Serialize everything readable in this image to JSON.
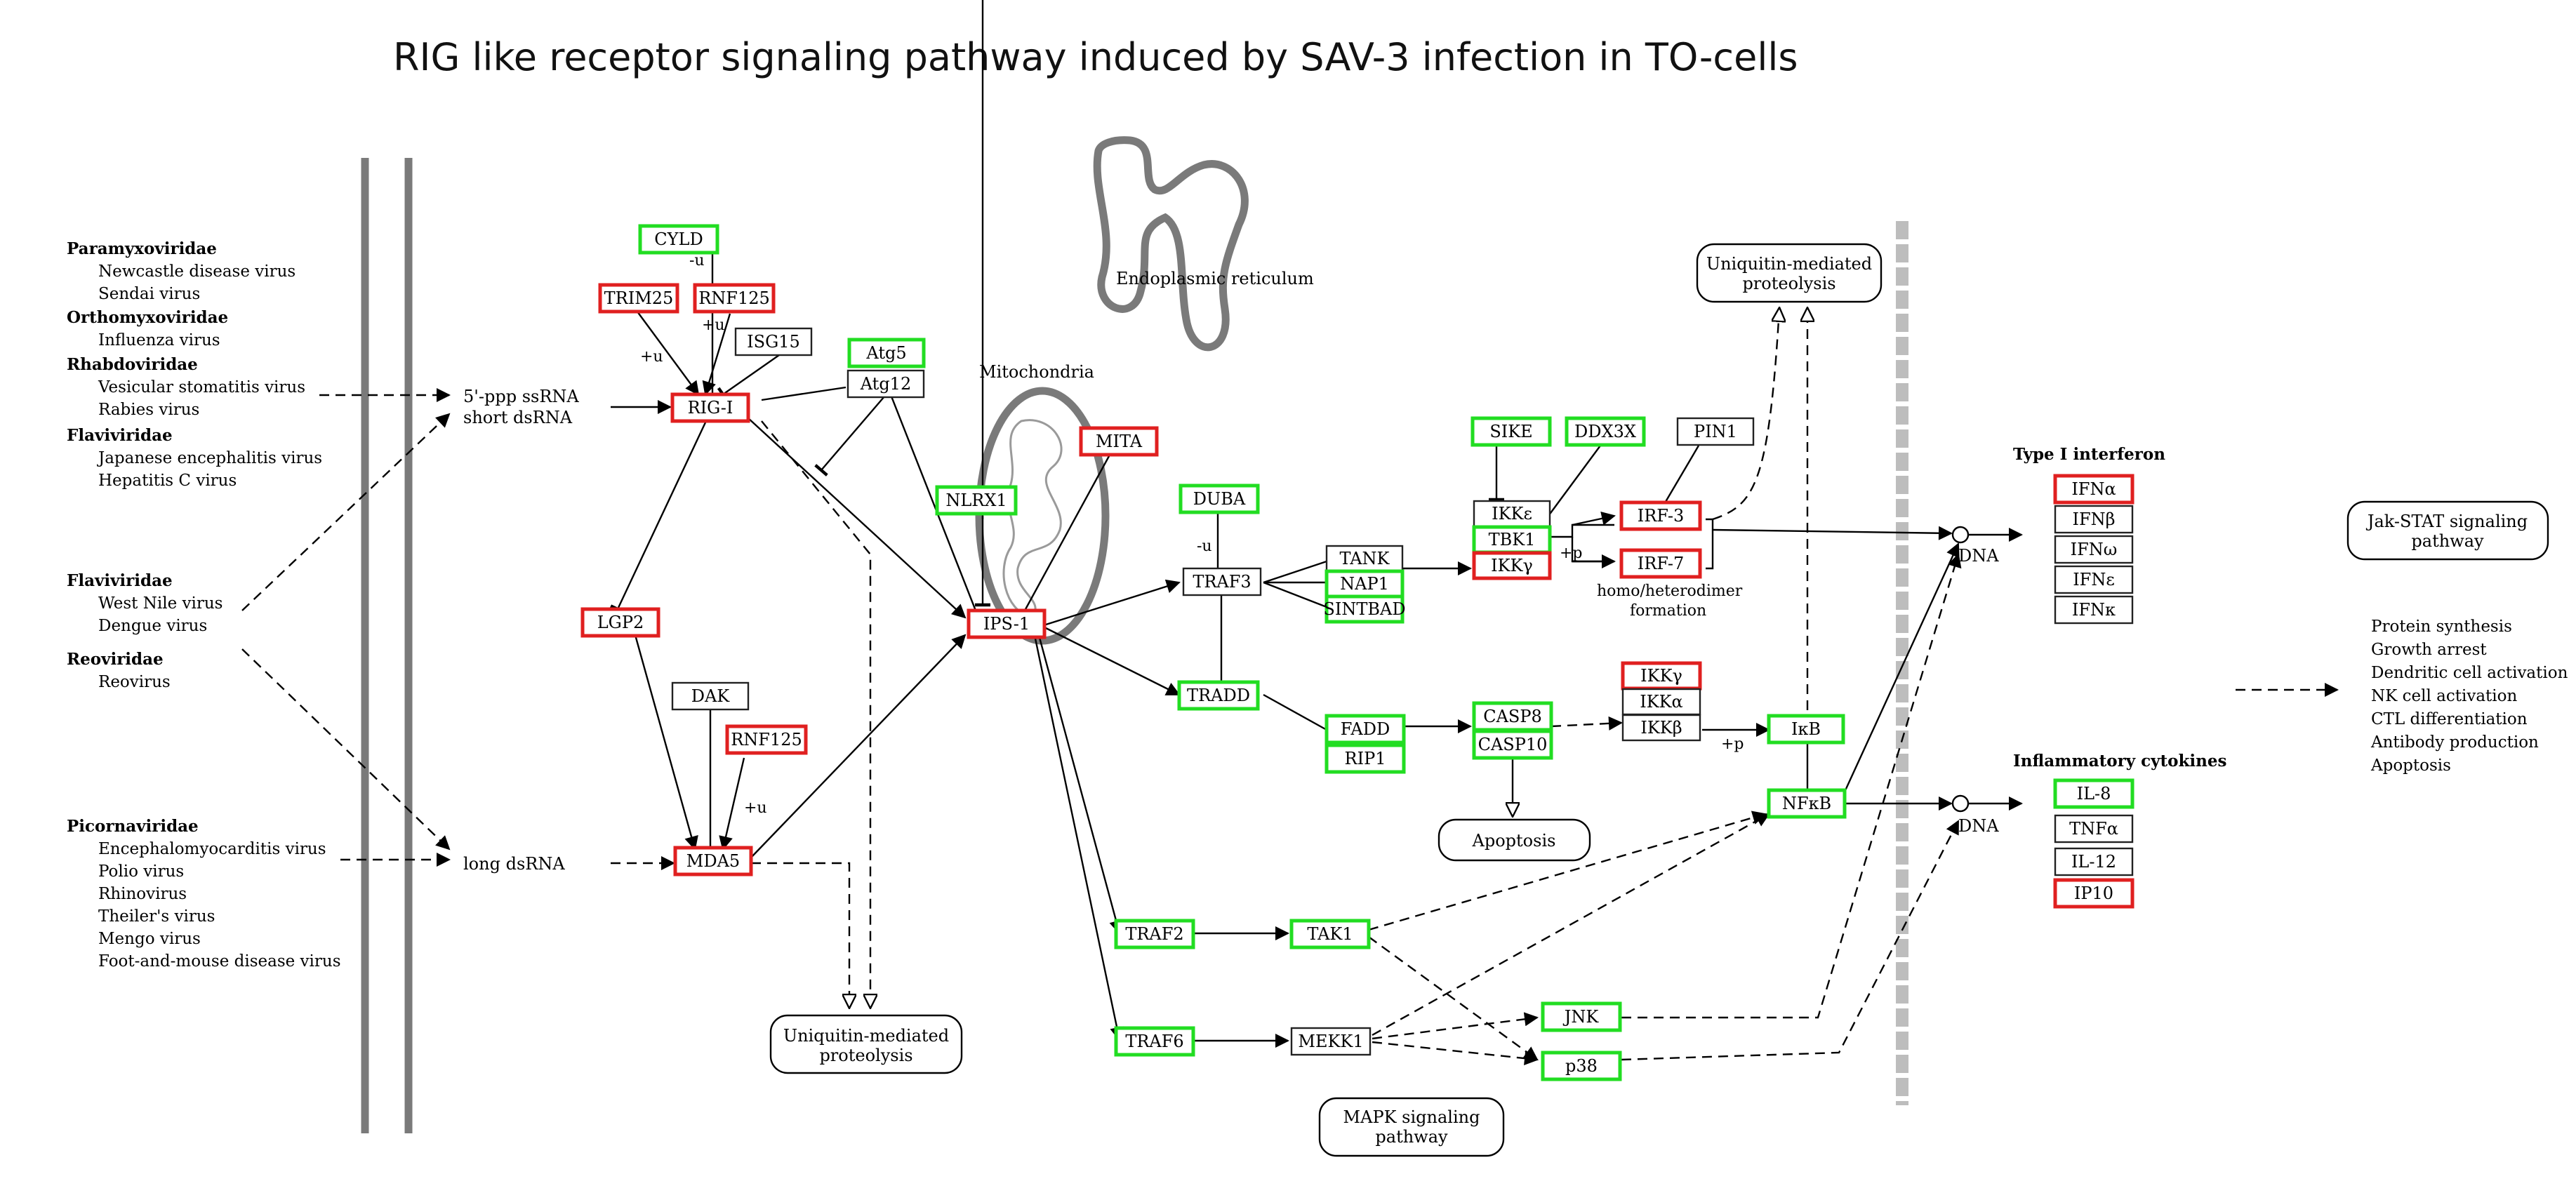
{
  "title": "RIG like receptor signaling pathway induced by SAV-3 infection in TO-cells",
  "virus_groups": [
    {
      "family": "Paramyxoviridae",
      "members": [
        "Newcastle disease virus",
        "Sendai virus"
      ]
    },
    {
      "family": "Orthomyxoviridae",
      "members": [
        "Influenza virus"
      ]
    },
    {
      "family": "Rhabdoviridae",
      "members": [
        "Vesicular stomatitis virus",
        "Rabies virus"
      ]
    },
    {
      "family": "Flaviviridae",
      "members": [
        "Japanese encephalitis virus",
        "Hepatitis C virus"
      ]
    },
    {
      "family": "Flaviviridae",
      "members": [
        "West Nile virus",
        "Dengue virus"
      ]
    },
    {
      "family": "Reoviridae",
      "members": [
        "Reovirus"
      ]
    },
    {
      "family": "Picornaviridae",
      "members": [
        "Encephalomyocarditis virus",
        "Polio virus",
        "Rhinovirus",
        "Theiler's virus",
        "Mengo virus",
        "Foot-and-mouse disease virus"
      ]
    }
  ],
  "labels": {
    "ssrna": [
      "5'-ppp ssRNA",
      "short dsRNA"
    ],
    "long_dsrna": "long dsRNA",
    "mitochondria": "Mitochondria",
    "er": "Endoplasmic reticulum",
    "homo": [
      "homo/heterodimer",
      "formation"
    ],
    "dna1": "DNA",
    "dna2": "DNA",
    "type1": "Type I interferon",
    "inflam": "Inflammatory cytokines",
    "u1": "-u",
    "u2": "+u",
    "u3": "+u",
    "u4": "-u",
    "u5": "+u",
    "p1": "+p",
    "p2": "+p"
  },
  "outcomes": [
    "Protein synthesis",
    "Growth arrest",
    "Dendritic cell activation",
    "NK cell activation",
    "CTL differentiation",
    "Antibody production",
    "Apoptosis"
  ],
  "rounded_boxes": {
    "ubiq_bottom": [
      "Uniquitin-mediated",
      "proteolysis"
    ],
    "ubiq_top": [
      "Uniquitin-mediated",
      "proteolysis"
    ],
    "apoptosis": [
      "Apoptosis"
    ],
    "mapk": [
      "MAPK signaling",
      "pathway"
    ],
    "jak": [
      "Jak-STAT signaling",
      "pathway"
    ]
  },
  "nodes": {
    "cyld": {
      "label": "CYLD",
      "status": "green"
    },
    "trim25": {
      "label": "TRIM25",
      "status": "red"
    },
    "rnf125a": {
      "label": "RNF125",
      "status": "red"
    },
    "isg15": {
      "label": "ISG15",
      "status": "none"
    },
    "atg5": {
      "label": "Atg5",
      "status": "green"
    },
    "atg12": {
      "label": "Atg12",
      "status": "none"
    },
    "rigi": {
      "label": "RIG-I",
      "status": "red"
    },
    "lgp2": {
      "label": "LGP2",
      "status": "red"
    },
    "dak": {
      "label": "DAK",
      "status": "none"
    },
    "rnf125b": {
      "label": "RNF125",
      "status": "red"
    },
    "mda5": {
      "label": "MDA5",
      "status": "red"
    },
    "nlrx1": {
      "label": "NLRX1",
      "status": "green"
    },
    "mita": {
      "label": "MITA",
      "status": "red"
    },
    "ips1": {
      "label": "IPS-1",
      "status": "red"
    },
    "duba": {
      "label": "DUBA",
      "status": "green"
    },
    "traf3": {
      "label": "TRAF3",
      "status": "none"
    },
    "tank": {
      "label": "TANK",
      "status": "none"
    },
    "nap1": {
      "label": "NAP1",
      "status": "green"
    },
    "sintbad": {
      "label": "SINTBAD",
      "status": "green"
    },
    "sike": {
      "label": "SIKE",
      "status": "green"
    },
    "ddx3x": {
      "label": "DDX3X",
      "status": "green"
    },
    "pin1": {
      "label": "PIN1",
      "status": "none"
    },
    "ikke": {
      "label": "IKKε",
      "status": "none"
    },
    "tbk1": {
      "label": "TBK1",
      "status": "green"
    },
    "ikkg1": {
      "label": "IKKγ",
      "status": "red"
    },
    "irf3": {
      "label": "IRF-3",
      "status": "red"
    },
    "irf7": {
      "label": "IRF-7",
      "status": "red"
    },
    "tradd": {
      "label": "TRADD",
      "status": "green"
    },
    "fadd": {
      "label": "FADD",
      "status": "green"
    },
    "rip1": {
      "label": "RIP1",
      "status": "green"
    },
    "casp8": {
      "label": "CASP8",
      "status": "green"
    },
    "casp10": {
      "label": "CASP10",
      "status": "green"
    },
    "ikkg2": {
      "label": "IKKγ",
      "status": "red"
    },
    "ikka": {
      "label": "IKKα",
      "status": "none"
    },
    "ikkb": {
      "label": "IKKβ",
      "status": "none"
    },
    "ikb": {
      "label": "IκB",
      "status": "green"
    },
    "nfkb": {
      "label": "NFκB",
      "status": "green"
    },
    "traf2": {
      "label": "TRAF2",
      "status": "green"
    },
    "tak1": {
      "label": "TAK1",
      "status": "green"
    },
    "traf6": {
      "label": "TRAF6",
      "status": "green"
    },
    "mekk1": {
      "label": "MEKK1",
      "status": "none"
    },
    "jnk": {
      "label": "JNK",
      "status": "green"
    },
    "p38": {
      "label": "p38",
      "status": "green"
    },
    "ifna": {
      "label": "IFNα",
      "status": "red"
    },
    "ifnb": {
      "label": "IFNβ",
      "status": "none"
    },
    "ifnw": {
      "label": "IFNω",
      "status": "none"
    },
    "ifne": {
      "label": "IFNε",
      "status": "none"
    },
    "ifnk": {
      "label": "IFNκ",
      "status": "none"
    },
    "il8": {
      "label": "IL-8",
      "status": "green"
    },
    "tnfa": {
      "label": "TNFα",
      "status": "none"
    },
    "il12": {
      "label": "IL-12",
      "status": "none"
    },
    "ip10": {
      "label": "IP10",
      "status": "red"
    }
  },
  "colors": {
    "green": "#22dd22",
    "red": "#e02020",
    "none": "#222222",
    "membrane": "#7a7a7a",
    "dashed_membrane": "#bdbdbd"
  }
}
